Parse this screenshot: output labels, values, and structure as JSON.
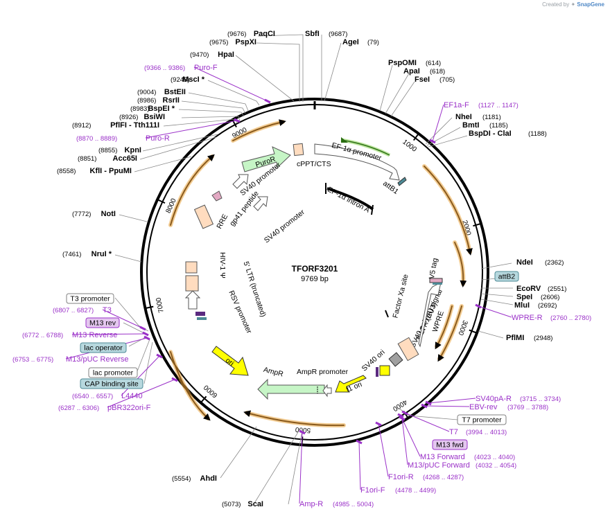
{
  "credit": {
    "prefix": "Created by",
    "brand": "SnapGene"
  },
  "plasmid": {
    "name": "TFORF3201",
    "size": "9769 bp",
    "length": 9769
  },
  "ticks": [
    {
      "label": "1000",
      "pos": 1000
    },
    {
      "label": "2000",
      "pos": 2000
    },
    {
      "label": "3000",
      "pos": 3000
    },
    {
      "label": "4000",
      "pos": 4000
    },
    {
      "label": "5000",
      "pos": 5000
    },
    {
      "label": "6000",
      "pos": 6000
    },
    {
      "label": "7000",
      "pos": 7000
    },
    {
      "label": "8000",
      "pos": 8000
    },
    {
      "label": "9000",
      "pos": 9000
    }
  ],
  "enzymes": [
    {
      "name": "PaqCI",
      "pos": "(9676)"
    },
    {
      "name": "PspXI",
      "pos": "(9675)"
    },
    {
      "name": "HpaI",
      "pos": "(9470)"
    },
    {
      "name": "MscI *",
      "pos": "(9245)"
    },
    {
      "name": "BstEII",
      "pos": "(9004)"
    },
    {
      "name": "RsrII",
      "pos": "(8986)"
    },
    {
      "name": "BspEI *",
      "pos": "(8983)"
    },
    {
      "name": "BsiWI",
      "pos": "(8926)"
    },
    {
      "name": "PflFI - Tth111I",
      "pos": "(8912)"
    },
    {
      "name": "KpnI",
      "pos": "(8855)"
    },
    {
      "name": "Acc65I",
      "pos": "(8851)"
    },
    {
      "name": "KflI - PpuMI",
      "pos": "(8558)"
    },
    {
      "name": "NotI",
      "pos": "(7772)"
    },
    {
      "name": "NruI *",
      "pos": "(7461)"
    },
    {
      "name": "SbfI",
      "pos": "(9687)"
    },
    {
      "name": "AgeI",
      "pos": "(79)"
    },
    {
      "name": "PspOMI",
      "pos": "(614)"
    },
    {
      "name": "ApaI",
      "pos": "(618)"
    },
    {
      "name": "FseI",
      "pos": "(705)"
    },
    {
      "name": "NheI",
      "pos": "(1181)"
    },
    {
      "name": "BmtI",
      "pos": "(1185)"
    },
    {
      "name": "BspDI - ClaI",
      "pos": "(1188)"
    },
    {
      "name": "NdeI",
      "pos": "(2362)"
    },
    {
      "name": "EcoRV",
      "pos": "(2551)"
    },
    {
      "name": "SpeI",
      "pos": "(2606)"
    },
    {
      "name": "MluI",
      "pos": "(2692)"
    },
    {
      "name": "PflMI",
      "pos": "(2948)"
    },
    {
      "name": "ScaI",
      "pos": "(5073)"
    },
    {
      "name": "AhdI",
      "pos": "(5554)"
    }
  ],
  "primers": [
    {
      "name": "Puro-F",
      "range": "(9366 .. 9386)"
    },
    {
      "name": "Puro-R",
      "range": "(8870 .. 8889)"
    },
    {
      "name": "EF1a-F",
      "range": "(1127 .. 1147)"
    },
    {
      "name": "WPRE-R",
      "range": "(2760 .. 2780)"
    },
    {
      "name": "SV40pA-R",
      "range": "(3715 .. 3734)"
    },
    {
      "name": "EBV-rev",
      "range": "(3769 .. 3788)"
    },
    {
      "name": "T7",
      "range": "(3994 .. 4013)"
    },
    {
      "name": "M13 Forward",
      "range": "(4023 .. 4040)"
    },
    {
      "name": "M13/pUC Forward",
      "range": "(4032 .. 4054)"
    },
    {
      "name": "F1ori-R",
      "range": "(4268 .. 4287)"
    },
    {
      "name": "F1ori-F",
      "range": "(4478 .. 4499)"
    },
    {
      "name": "Amp-R",
      "range": "(4985 .. 5004)"
    },
    {
      "name": "pBR322ori-F",
      "range": "(6287 .. 6306)"
    },
    {
      "name": "L4440",
      "range": "(6540 .. 6557)"
    },
    {
      "name": "M13/pUC Reverse",
      "range": "(6753 .. 6775)"
    },
    {
      "name": "M13 Reverse",
      "range": "(6772 .. 6788)"
    },
    {
      "name": "T3",
      "range": "(6807 .. 6827)"
    }
  ],
  "boxed": [
    {
      "name": "T3 promoter",
      "fill": "#ffffff",
      "stroke": "#7f7f7f"
    },
    {
      "name": "M13 rev",
      "fill": "#e4c7ef",
      "stroke": "#9a30c8"
    },
    {
      "name": "lac operator",
      "fill": "#b7d8de",
      "stroke": "#4d8a96"
    },
    {
      "name": "lac promoter",
      "fill": "#ffffff",
      "stroke": "#7f7f7f"
    },
    {
      "name": "CAP binding site",
      "fill": "#b7d8de",
      "stroke": "#4d8a96"
    },
    {
      "name": "attB2",
      "fill": "#b7d8de",
      "stroke": "#4d8a96"
    },
    {
      "name": "T7 promoter",
      "fill": "#ffffff",
      "stroke": "#7f7f7f"
    },
    {
      "name": "M13 fwd",
      "fill": "#e4c7ef",
      "stroke": "#9a30c8"
    }
  ],
  "features": {
    "puror": "PuroR",
    "cppt": "cPPT/CTS",
    "ef1a_promoter": "EF-1α promoter",
    "attb1": "attB1",
    "ef1a_intron": "EF-1α intron A",
    "sv40_promoter_1": "SV40 promoter",
    "sv40_promoter_2": "SV40 promoter",
    "gp41": "gp41 peptide",
    "rre": "RRE",
    "psi": "HIV-1 Ψ",
    "ltr5": "5' LTR (truncated)",
    "rsv": "RSV promoter",
    "ori": "ori",
    "ampr": "AmpR",
    "ampr_promoter": "AmpR promoter",
    "f1ori": "f1 ori",
    "sv40ori": "SV40 ori",
    "sv40polya": "SV40 poly(A) signal",
    "ltr3": "3' LTR (ΔU3)",
    "wpre": "WPRE",
    "v5": "V5 tag",
    "factorxa": "Factor Xa site"
  },
  "colors": {
    "orf_arrow": "#e8a33a",
    "puror": "#c6f5c6",
    "ampr": "#c6f5c6",
    "ori": "#ffff00",
    "ltr": "#ffdcbf",
    "ef1a_arrow": "#7acb3b",
    "primer": "#9a30c8",
    "backbone": "#000000"
  }
}
